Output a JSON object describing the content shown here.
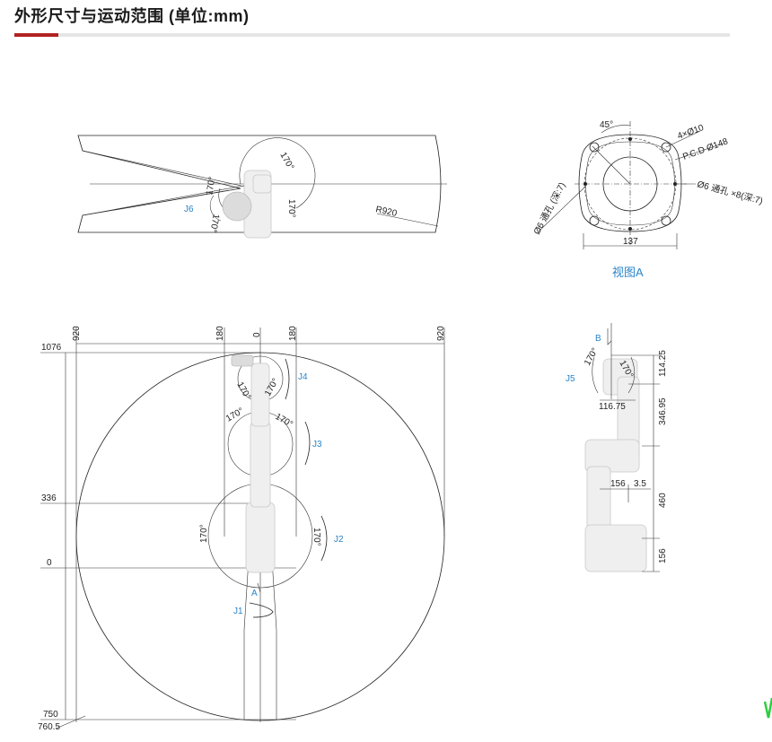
{
  "title": "外形尺寸与运动范围 (单位:mm)",
  "colors": {
    "accent": "#b22222",
    "blue_label": "#2a84c8",
    "rule": "#e6e6e6"
  },
  "top_view": {
    "radius_label": "R920",
    "joint_label": "J6",
    "angles": [
      "170°",
      "170°",
      "170°",
      "170°"
    ]
  },
  "view_a": {
    "caption": "视图A",
    "angle": "45°",
    "holes": "4×Ø10",
    "pcd": "P.C.D Ø148",
    "thread_right": "Ø6 通孔 ×8(深:7)",
    "thread_left": "Ø6 通孔 (深:7)",
    "width": "137"
  },
  "front_view": {
    "top_dims": [
      "920",
      "180",
      "0",
      "180",
      "920"
    ],
    "left_dims": [
      "1076",
      "336",
      "0",
      "750",
      "760.5"
    ],
    "joints": {
      "j1": "J1",
      "j2": "J2",
      "j3": "J3",
      "j4": "J4"
    },
    "angles": [
      "170°",
      "170°",
      "170°",
      "170°",
      "170°",
      "170°"
    ],
    "marker": "A"
  },
  "side_view": {
    "marker": "B",
    "joint_label": "J5",
    "angles": [
      "170°",
      "170°"
    ],
    "dims": [
      "114.25",
      "116.75",
      "346.95",
      "156",
      "3.5",
      "460",
      "156"
    ]
  }
}
